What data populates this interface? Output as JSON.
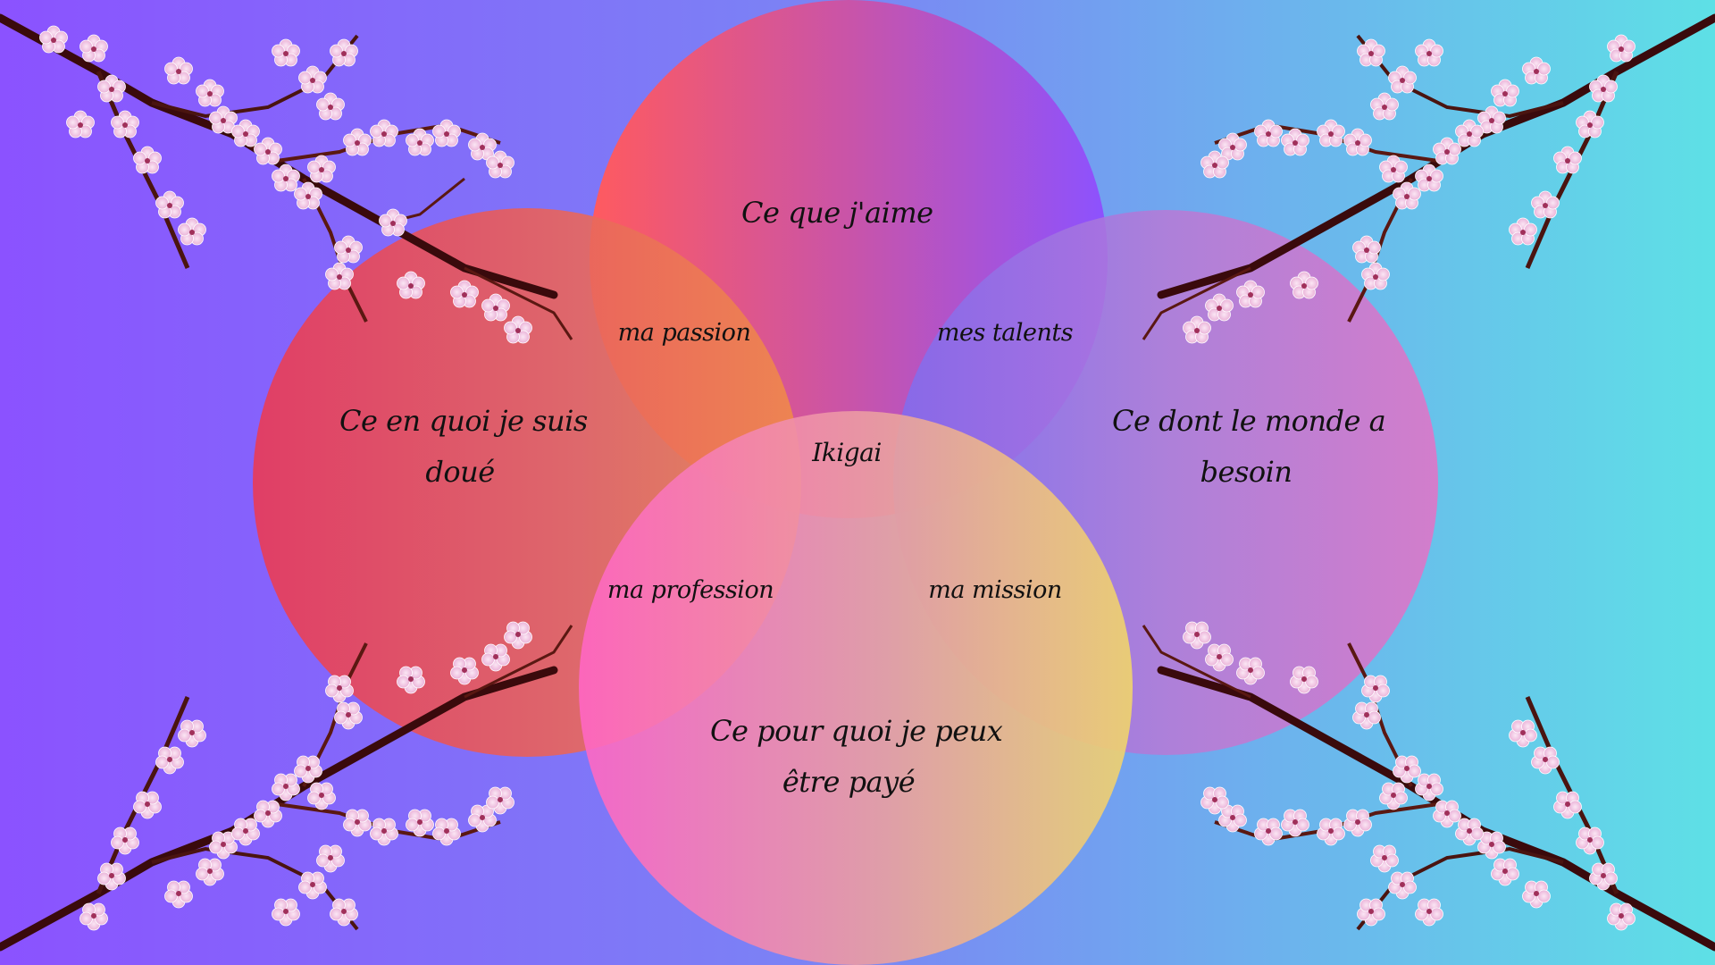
{
  "diagram": {
    "type": "venn",
    "title": "Ikigai",
    "colors": {
      "background_left": "#8b52ff",
      "background_right": "#5ee0e6",
      "circle_top": [
        "#ff5a5f",
        "#8c52ff"
      ],
      "circle_left": [
        "#ea3a55",
        "#f08a4a"
      ],
      "circle_right": [
        "#7e6cf0",
        "#e472c6"
      ],
      "circle_bottom": [
        "#ff66c4",
        "#f0d46c"
      ],
      "text": "#111111",
      "blossom_petal": "#f2c4e2",
      "blossom_branch": "#4a0f10"
    },
    "circles": {
      "top": {
        "line1": "Ce que j'aime"
      },
      "left": {
        "line1": "Ce en quoi je suis",
        "line2": "doué"
      },
      "right": {
        "line1": "Ce dont le monde a",
        "line2": "besoin"
      },
      "bottom": {
        "line1": "Ce pour quoi je peux",
        "line2": "être payé"
      }
    },
    "overlaps": {
      "top_left": "ma passion",
      "top_right": "mes talents",
      "bottom_left": "ma profession",
      "bottom_right": "ma mission",
      "center": "Ikigai"
    },
    "decorations": [
      "cherry-blossom-branch-top-left",
      "cherry-blossom-branch-top-right",
      "cherry-blossom-branch-bottom-left",
      "cherry-blossom-branch-bottom-right"
    ]
  }
}
